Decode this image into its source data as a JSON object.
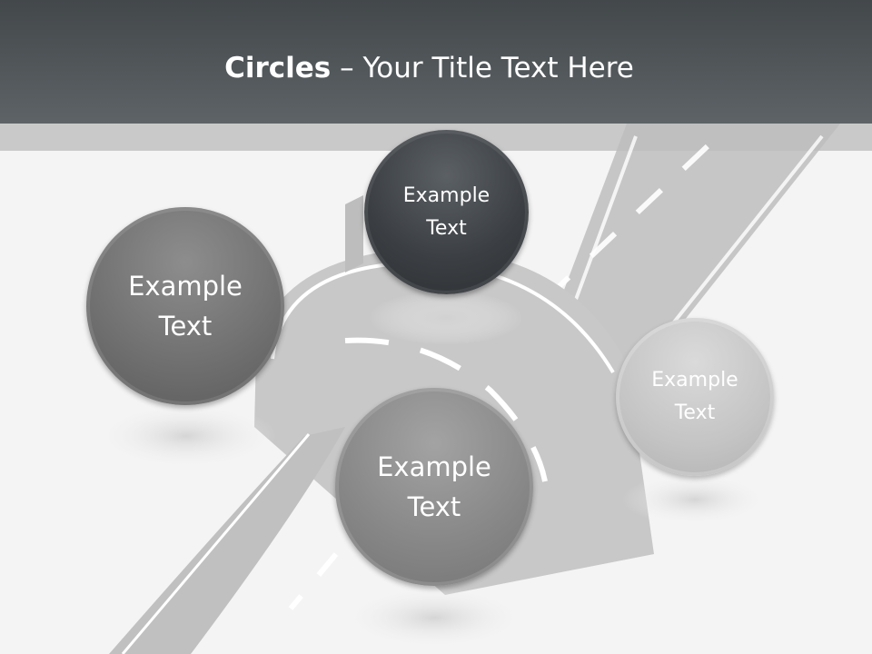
{
  "title": {
    "bold": "Circles",
    "rest": " – Your Title Text Here"
  },
  "circles": [
    {
      "line1": "Example",
      "line2": "Text"
    },
    {
      "line1": "Example",
      "line2": "Text"
    },
    {
      "line1": "Example",
      "line2": "Text"
    },
    {
      "line1": "Example",
      "line2": "Text"
    }
  ],
  "colors": {
    "header": "#4a5053",
    "circle_dark": "#3b3f43",
    "circle_mid": "#6f6f6f",
    "circle_light": "#868686",
    "circle_lightest": "#c4c4c4"
  }
}
